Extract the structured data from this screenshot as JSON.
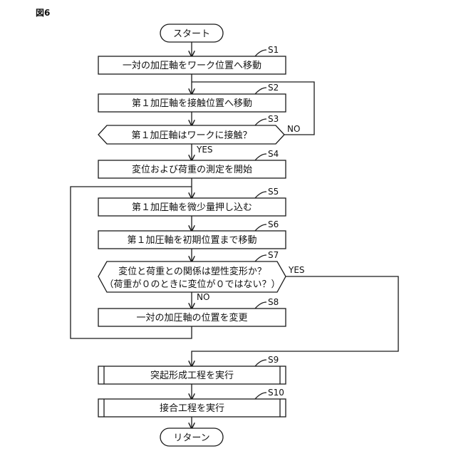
{
  "figure_label": "図6",
  "terminals": {
    "start": "スタート",
    "end": "リターン"
  },
  "steps": {
    "s1": {
      "id": "S1",
      "text": "一対の加圧軸をワーク位置へ移動"
    },
    "s2": {
      "id": "S2",
      "text": "第１加圧軸を接触位置へ移動"
    },
    "s3": {
      "id": "S3",
      "text": "第１加圧軸はワークに接触？"
    },
    "s4": {
      "id": "S4",
      "text": "変位および荷重の測定を開始"
    },
    "s5": {
      "id": "S5",
      "text": "第１加圧軸を微少量押し込む"
    },
    "s6": {
      "id": "S6",
      "text": "第１加圧軸を初期位置まで移動"
    },
    "s7": {
      "id": "S7",
      "line1": "変位と荷重との関係は塑性変形か？",
      "line2": "（荷重が０のときに変位が０ではない？）"
    },
    "s8": {
      "id": "S8",
      "text": "一対の加圧軸の位置を変更"
    },
    "s9": {
      "id": "S9",
      "text": "突起形成工程を実行"
    },
    "s10": {
      "id": "S10",
      "text": "接合工程を実行"
    }
  },
  "branch_labels": {
    "s3_no": "NO",
    "s3_yes": "YES",
    "s7_yes": "YES",
    "s7_no": "NO"
  }
}
